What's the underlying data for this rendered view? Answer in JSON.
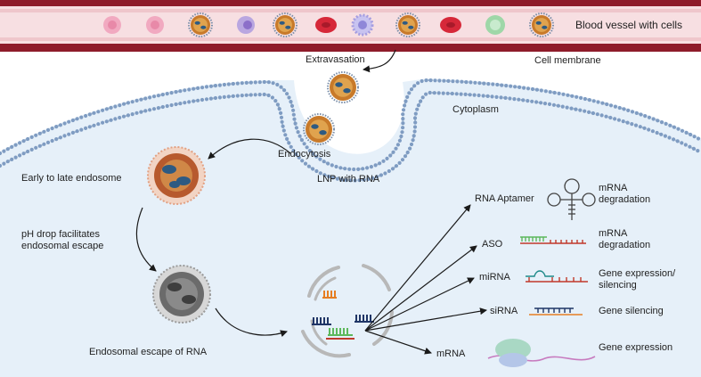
{
  "labels": {
    "blood_vessel": "Blood vessel with cells",
    "extravasation": "Extravasation",
    "cell_membrane": "Cell membrane",
    "cytoplasm": "Cytoplasm",
    "endocytosis": "Endocytosis",
    "lnp_with_rna": "LNP with RNA",
    "early_to_late_endosome": "Early to late endosome",
    "ph_drop": "pH drop  facilitates endosomal escape",
    "endosomal_escape": "Endosomal escape of RNA"
  },
  "rna_types": [
    {
      "name": "RNA Aptamer",
      "outcome": "mRNA degradation"
    },
    {
      "name": "ASO",
      "outcome": "mRNA degradation"
    },
    {
      "name": "miRNA",
      "outcome": "Gene expression/ silencing"
    },
    {
      "name": "siRNA",
      "outcome": "Gene silencing"
    },
    {
      "name": "mRNA",
      "outcome": "Gene expression"
    }
  ],
  "colors": {
    "vessel_outer": "#8e1b2a",
    "vessel_inner": "#f7dfe2",
    "cytoplasm": "#e6f0f9",
    "membrane_head": "#6f90b8",
    "lnp_core": "#c87a2a",
    "aso_green": "#5cb85c",
    "rna_red": "#c0392b",
    "sirna_navy": "#1f3566",
    "orange": "#e67e22"
  }
}
